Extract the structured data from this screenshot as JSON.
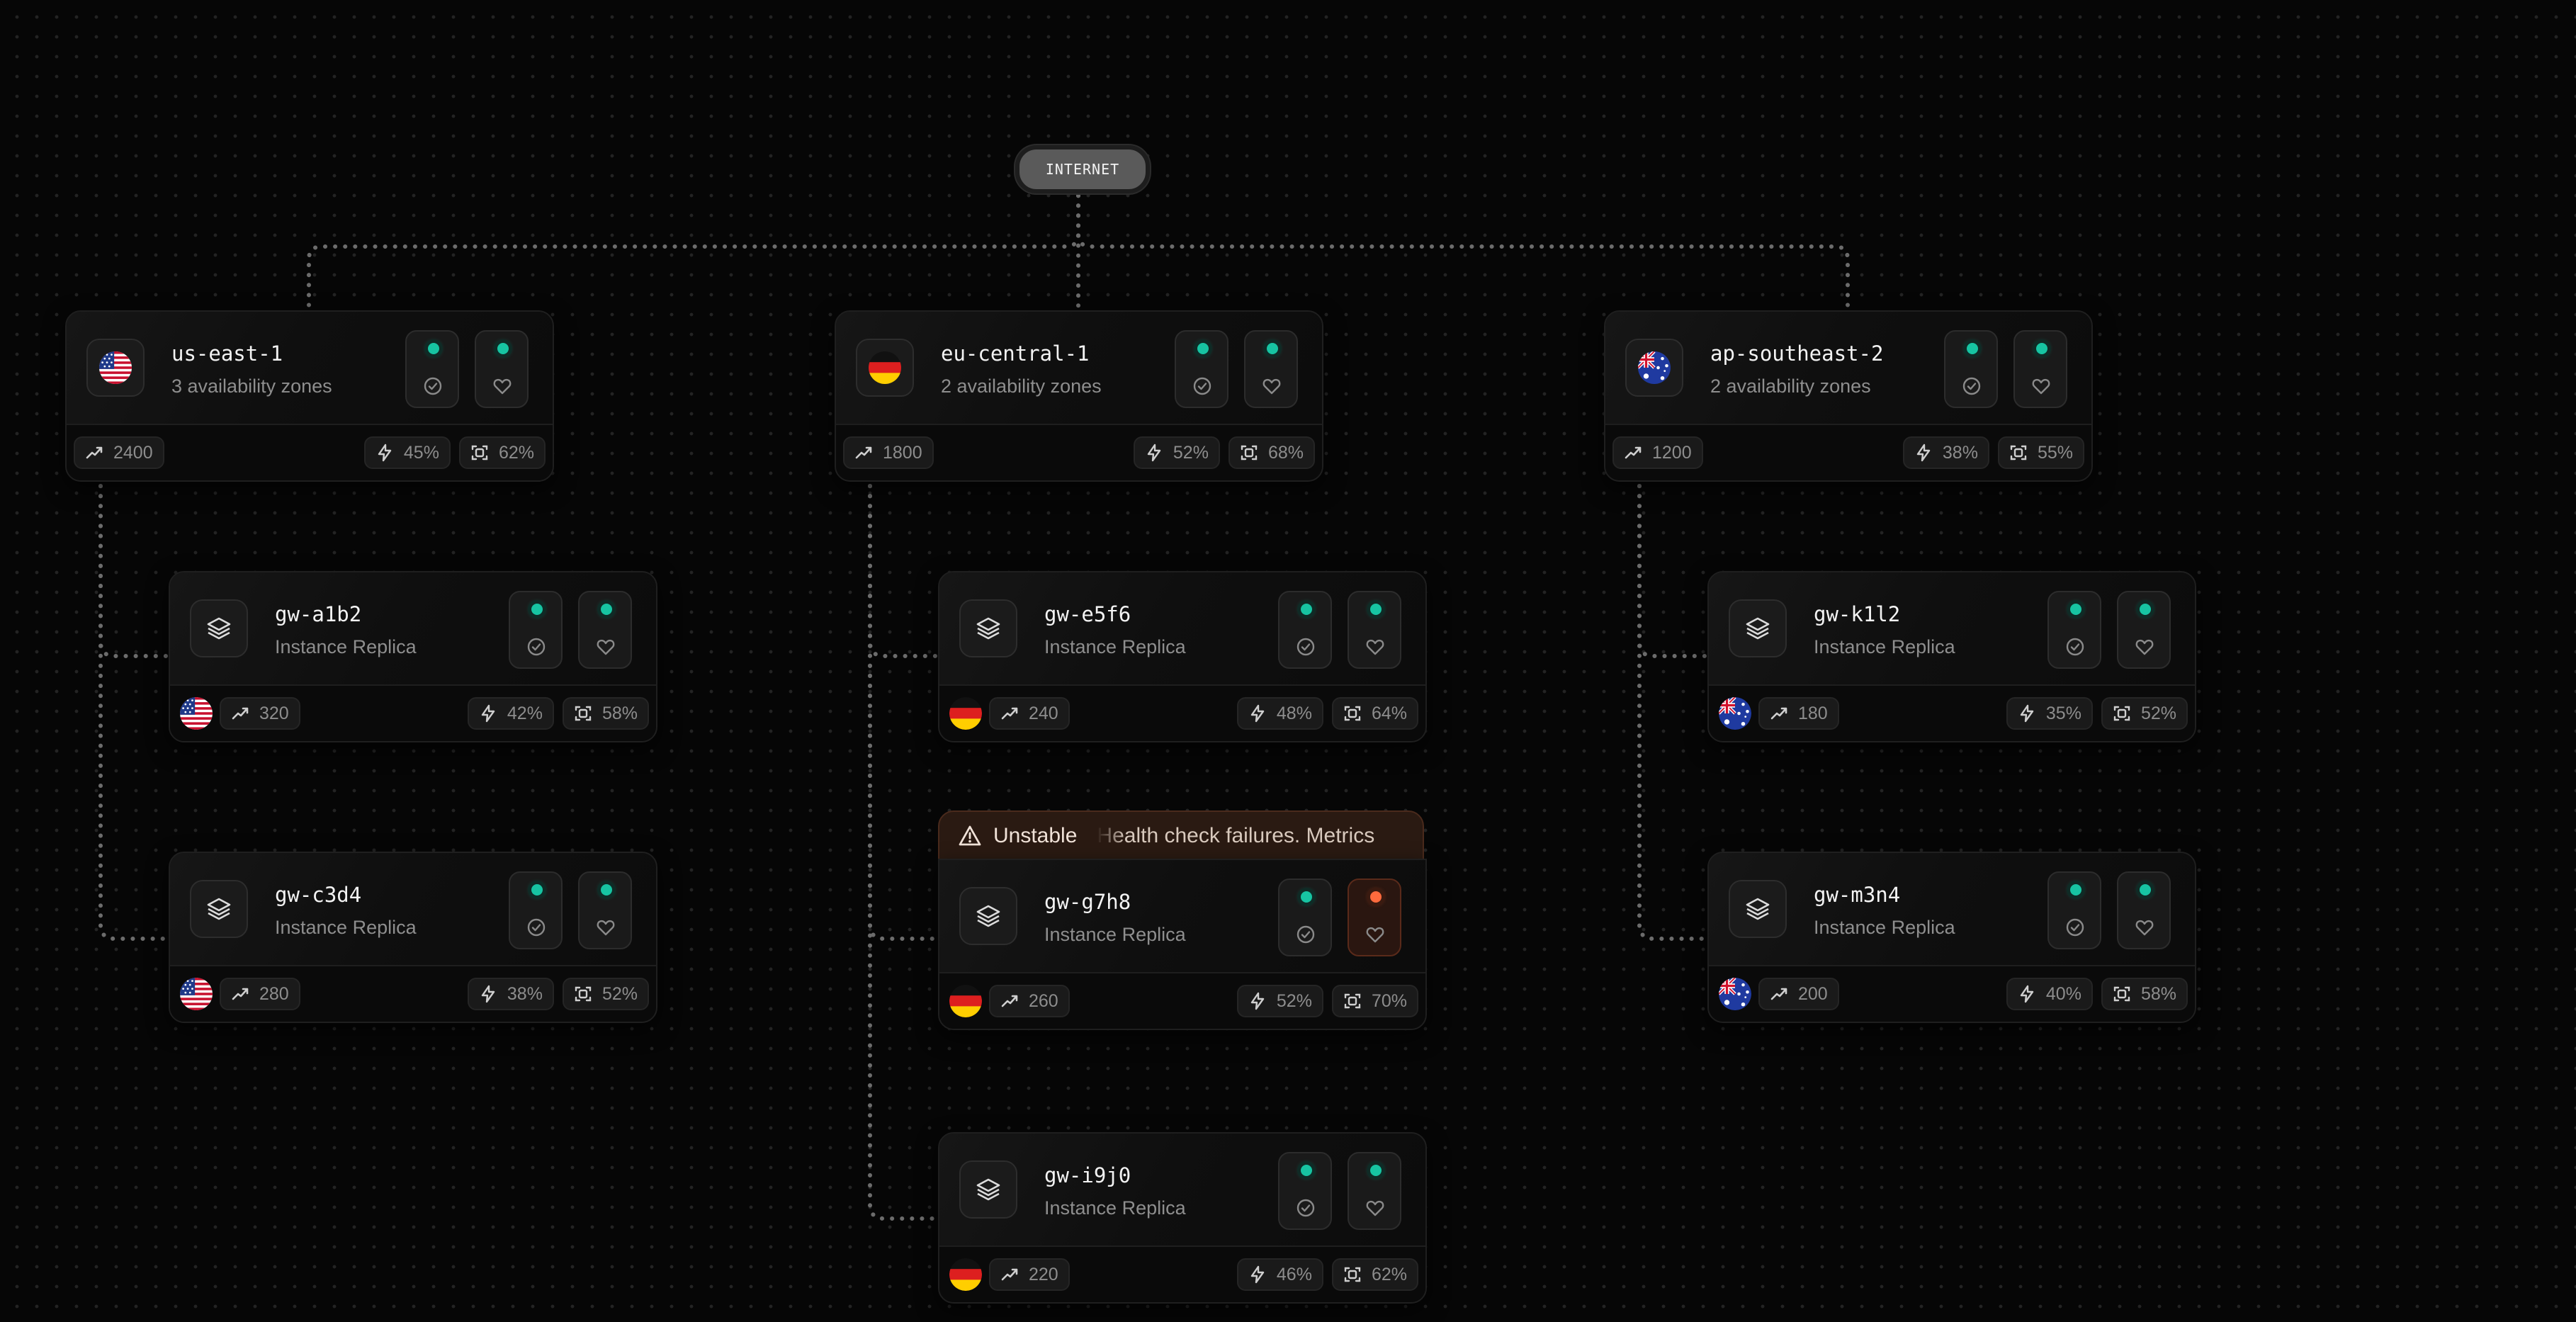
{
  "root": {
    "label": "INTERNET"
  },
  "colors": {
    "ok": "#17c4a2",
    "warn": "#ff6a3d"
  },
  "icons": {
    "region": "flag-icon",
    "instance": "layers-icon",
    "status": "check-circle-icon",
    "health": "heart-icon",
    "traffic": "trend-icon",
    "cpu": "lightning-icon",
    "memory": "memory-icon",
    "alert": "warning-triangle-icon"
  },
  "regions": [
    {
      "name": "us-east-1",
      "zones": "3 availability zones",
      "flag": "us",
      "traffic": "2400",
      "cpu": "45%",
      "memory": "62%",
      "status": "ok",
      "health": "ok"
    },
    {
      "name": "eu-central-1",
      "zones": "2 availability zones",
      "flag": "de",
      "traffic": "1800",
      "cpu": "52%",
      "memory": "68%",
      "status": "ok",
      "health": "ok"
    },
    {
      "name": "ap-southeast-2",
      "zones": "2 availability zones",
      "flag": "au",
      "traffic": "1200",
      "cpu": "38%",
      "memory": "55%",
      "status": "ok",
      "health": "ok"
    }
  ],
  "instances": [
    {
      "name": "gw-a1b2",
      "type": "Instance Replica",
      "flag": "us",
      "traffic": "320",
      "cpu": "42%",
      "memory": "58%",
      "status": "ok",
      "health": "ok"
    },
    {
      "name": "gw-c3d4",
      "type": "Instance Replica",
      "flag": "us",
      "traffic": "280",
      "cpu": "38%",
      "memory": "52%",
      "status": "ok",
      "health": "ok"
    },
    {
      "name": "gw-e5f6",
      "type": "Instance Replica",
      "flag": "de",
      "traffic": "240",
      "cpu": "48%",
      "memory": "64%",
      "status": "ok",
      "health": "ok"
    },
    {
      "name": "gw-g7h8",
      "type": "Instance Replica",
      "flag": "de",
      "traffic": "260",
      "cpu": "52%",
      "memory": "70%",
      "status": "ok",
      "health": "warn",
      "alert": {
        "title": "Unstable",
        "message": "Health check failures. Metrics"
      }
    },
    {
      "name": "gw-i9j0",
      "type": "Instance Replica",
      "flag": "de",
      "traffic": "220",
      "cpu": "46%",
      "memory": "62%",
      "status": "ok",
      "health": "ok"
    },
    {
      "name": "gw-k1l2",
      "type": "Instance Replica",
      "flag": "au",
      "traffic": "180",
      "cpu": "35%",
      "memory": "52%",
      "status": "ok",
      "health": "ok"
    },
    {
      "name": "gw-m3n4",
      "type": "Instance Replica",
      "flag": "au",
      "traffic": "200",
      "cpu": "40%",
      "memory": "58%",
      "status": "ok",
      "health": "ok"
    }
  ]
}
